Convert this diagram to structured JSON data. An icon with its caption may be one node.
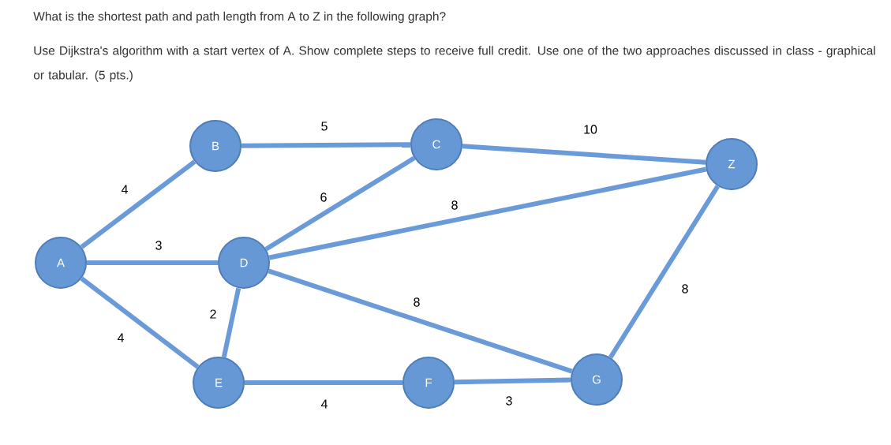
{
  "diagram": {
    "title": "What is the shortest path and path length from A to Z in the following graph?",
    "nodes": [
      {
        "text": [
          "A"
        ]
      },
      {
        "text": [
          "B"
        ]
      },
      {
        "text": [
          "C"
        ]
      },
      {
        "text": [
          "Z"
        ]
      },
      {
        "text": [
          "D"
        ]
      },
      {
        "text": [
          "E"
        ]
      },
      {
        "text": [
          "F"
        ]
      },
      {
        "text": [
          "G"
        ]
      }
    ],
    "edges": [
      {
        "from": 0,
        "to": 1,
        "arrow": "none",
        "label": "4"
      },
      {
        "from": 0,
        "to": 4,
        "arrow": "none",
        "label": "3"
      },
      {
        "from": 0,
        "to": 5,
        "arrow": "none",
        "label": "4"
      },
      {
        "from": 1,
        "to": 2,
        "arrow": "none",
        "label": "5"
      },
      {
        "from": 2,
        "to": 3,
        "arrow": "none",
        "label": "10"
      },
      {
        "from": 2,
        "to": 4,
        "arrow": "none",
        "label": "6"
      },
      {
        "from": 4,
        "to": 3,
        "arrow": "none",
        "label": "8"
      },
      {
        "from": 4,
        "to": 7,
        "arrow": "none",
        "label": "8"
      },
      {
        "from": 4,
        "to": 5,
        "arrow": "none",
        "label": "2"
      },
      {
        "from": 5,
        "to": 6,
        "arrow": "none",
        "label": "4"
      },
      {
        "from": 6,
        "to": 7,
        "arrow": "none",
        "label": "3"
      },
      {
        "from": 7,
        "to": 3,
        "arrow": "none",
        "label": "8"
      }
    ],
    "labels": [
      "Use Dijkstra's algorithm with a start vertex of A. Show complete steps to receive full credit. Use one of the two approaches discussed in class - graphical or tabular. (5 pts.)"
    ]
  }
}
